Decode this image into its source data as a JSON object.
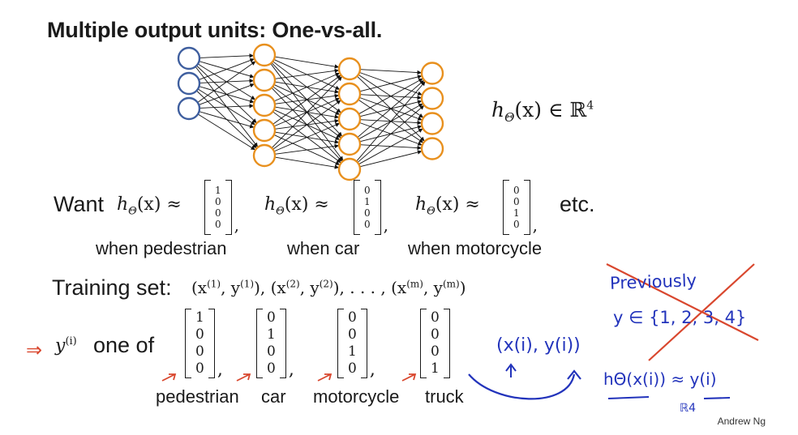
{
  "title": "Multiple output units: One-vs-all.",
  "network": {
    "layers": [
      3,
      5,
      5,
      4
    ],
    "input_color": "#3f5f9f",
    "hidden_color": "#e8901e"
  },
  "hypothesis": {
    "lhs": "h",
    "sub": "Θ",
    "arg": "(x)",
    "rel": "∈",
    "space": "ℝ",
    "sup": "4"
  },
  "want": {
    "label": "Want",
    "approx": "≈",
    "etc": "etc.",
    "items": [
      {
        "values": [
          "1",
          "0",
          "0",
          "0"
        ],
        "caption": "when pedestrian"
      },
      {
        "values": [
          "0",
          "1",
          "0",
          "0"
        ],
        "caption": "when car"
      },
      {
        "values": [
          "0",
          "0",
          "1",
          "0"
        ],
        "caption": "when motorcycle"
      }
    ]
  },
  "training": {
    "label": "Training set:",
    "formula_parts": [
      "(x",
      "(1)",
      ", y",
      "(1)",
      "), (x",
      "(2)",
      ", y",
      "(2)",
      "), . . . , (x",
      "(m)",
      ", y",
      "(m)",
      ")"
    ]
  },
  "yi": {
    "arrow": "⇒",
    "symbol": "y",
    "sup": "(i)",
    "text": "one of",
    "vectors": [
      {
        "values": [
          "1",
          "0",
          "0",
          "0"
        ],
        "caption": "pedestrian"
      },
      {
        "values": [
          "0",
          "1",
          "0",
          "0"
        ],
        "caption": "car"
      },
      {
        "values": [
          "0",
          "0",
          "1",
          "0"
        ],
        "caption": "motorcycle"
      },
      {
        "values": [
          "0",
          "0",
          "0",
          "1"
        ],
        "caption": "truck"
      }
    ]
  },
  "annotations": {
    "previously": "Previously",
    "set": "y ∈ {1, 2, 3, 4}",
    "pair": "(x(i), y(i))",
    "approx": "hΘ(x(i)) ≈ y(i)",
    "space": "ℝ4",
    "ink_color": "#2233bb",
    "red_color": "#d9472e"
  },
  "signature": "Andrew Ng"
}
